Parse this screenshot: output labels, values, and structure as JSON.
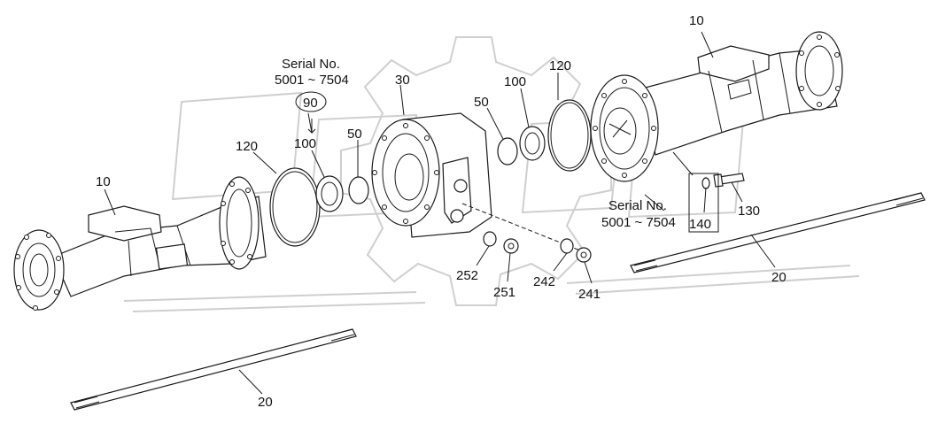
{
  "serial_notes": [
    {
      "line1": "Serial No.",
      "line2": "5001 ~ 7504"
    },
    {
      "line1": "Serial No.",
      "line2": "5001 ~ 7504"
    }
  ],
  "callouts": {
    "p10_right": "10",
    "p10_left": "10",
    "p30": "30",
    "p50_right": "50",
    "p50_left": "50",
    "p100_right": "100",
    "p100_left": "100",
    "p90": "90",
    "p120_right": "120",
    "p120_left": "120",
    "p130": "130",
    "p140": "140",
    "p20_right": "20",
    "p20_bottom": "20",
    "p252": "252",
    "p251": "251",
    "p242": "242",
    "p241": "241"
  },
  "colors": {
    "line": "#1a1a1a",
    "watermark": "#cfcfcf"
  }
}
